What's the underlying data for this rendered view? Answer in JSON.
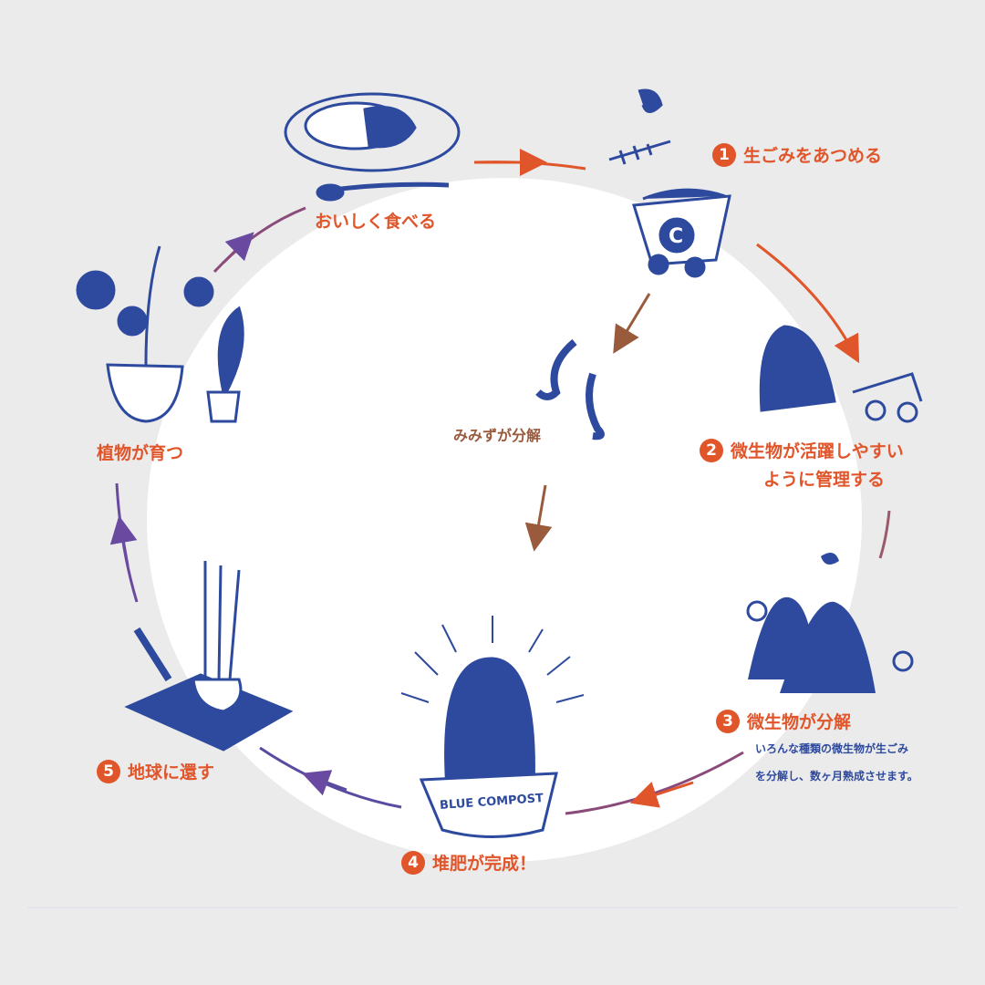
{
  "steps": [
    {
      "number": "1",
      "label": "生ごみをあつめる"
    },
    {
      "number": "2",
      "label_line1": "微生物が活躍しやすい",
      "label_line2": "ように管理する"
    },
    {
      "number": "3",
      "label": "微生物が分解",
      "description_line1": "いろんな種類の微生物が生ごみ",
      "description_line2": "を分解し、数ヶ月熟成させます。"
    },
    {
      "number": "4",
      "label": "堆肥が完成！"
    },
    {
      "number": "5",
      "label": "地球に還す"
    }
  ],
  "extra_labels": {
    "plants": "植物が育つ",
    "eat": "おいしく食べる",
    "worms": "みみずが分解"
  },
  "logo_text": "BLUE COMPOST",
  "colors": {
    "accent": "#e0552a",
    "illustration": "#2e4a9e",
    "background": "#ebebeb",
    "worm_arrow": "#9a5a3c"
  }
}
